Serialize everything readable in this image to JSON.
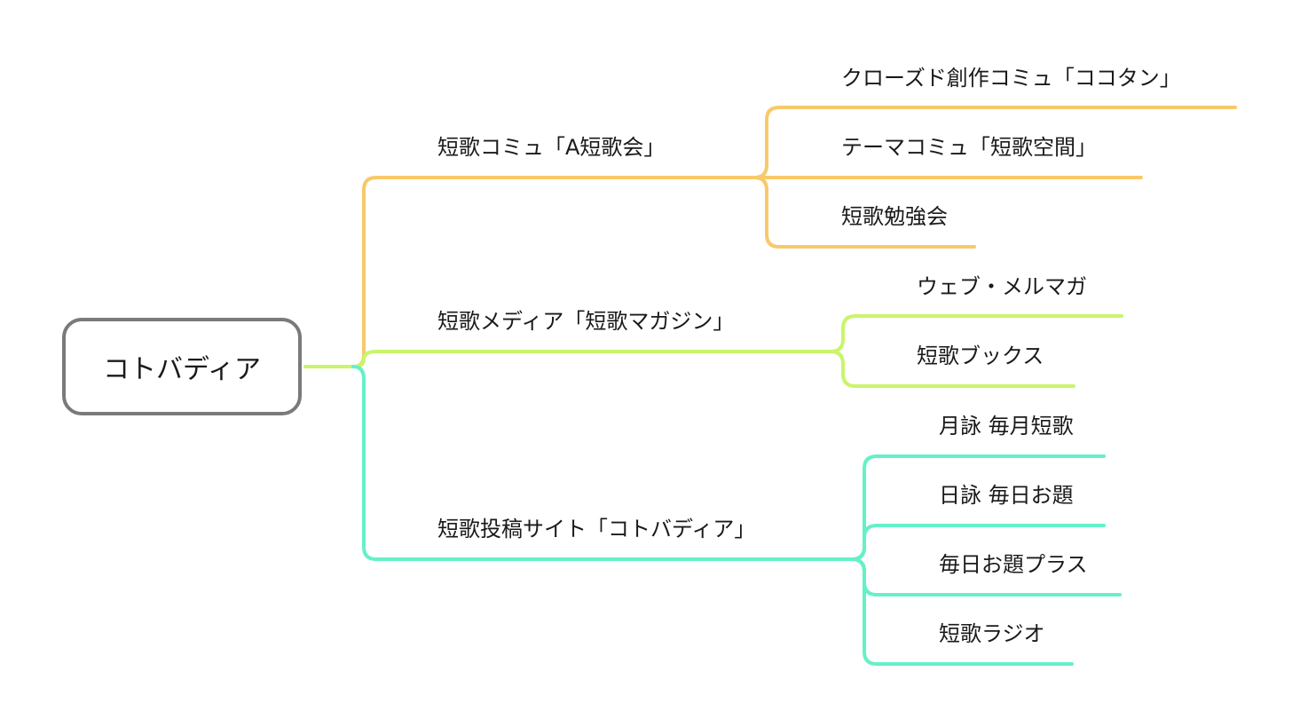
{
  "root": {
    "label": "コトバディア",
    "border_color": "#7a7a7a"
  },
  "branches": [
    {
      "label": "短歌コミュ「A短歌会」",
      "color": "#f7c96a",
      "children": [
        {
          "label": "クローズド創作コミュ「ココタン」"
        },
        {
          "label": "テーマコミュ「短歌空間」"
        },
        {
          "label": "短歌勉強会"
        }
      ]
    },
    {
      "label": "短歌メディア「短歌マガジン」",
      "color": "#c9f56a",
      "children": [
        {
          "label": "ウェブ・メルマガ"
        },
        {
          "label": "短歌ブックス"
        }
      ]
    },
    {
      "label": "短歌投稿サイト「コトバディア」",
      "color": "#66f0c8",
      "children": [
        {
          "label": "月詠 毎月短歌"
        },
        {
          "label": "日詠 毎日お題"
        },
        {
          "label": "毎日お題プラス"
        },
        {
          "label": "短歌ラジオ"
        }
      ]
    }
  ]
}
